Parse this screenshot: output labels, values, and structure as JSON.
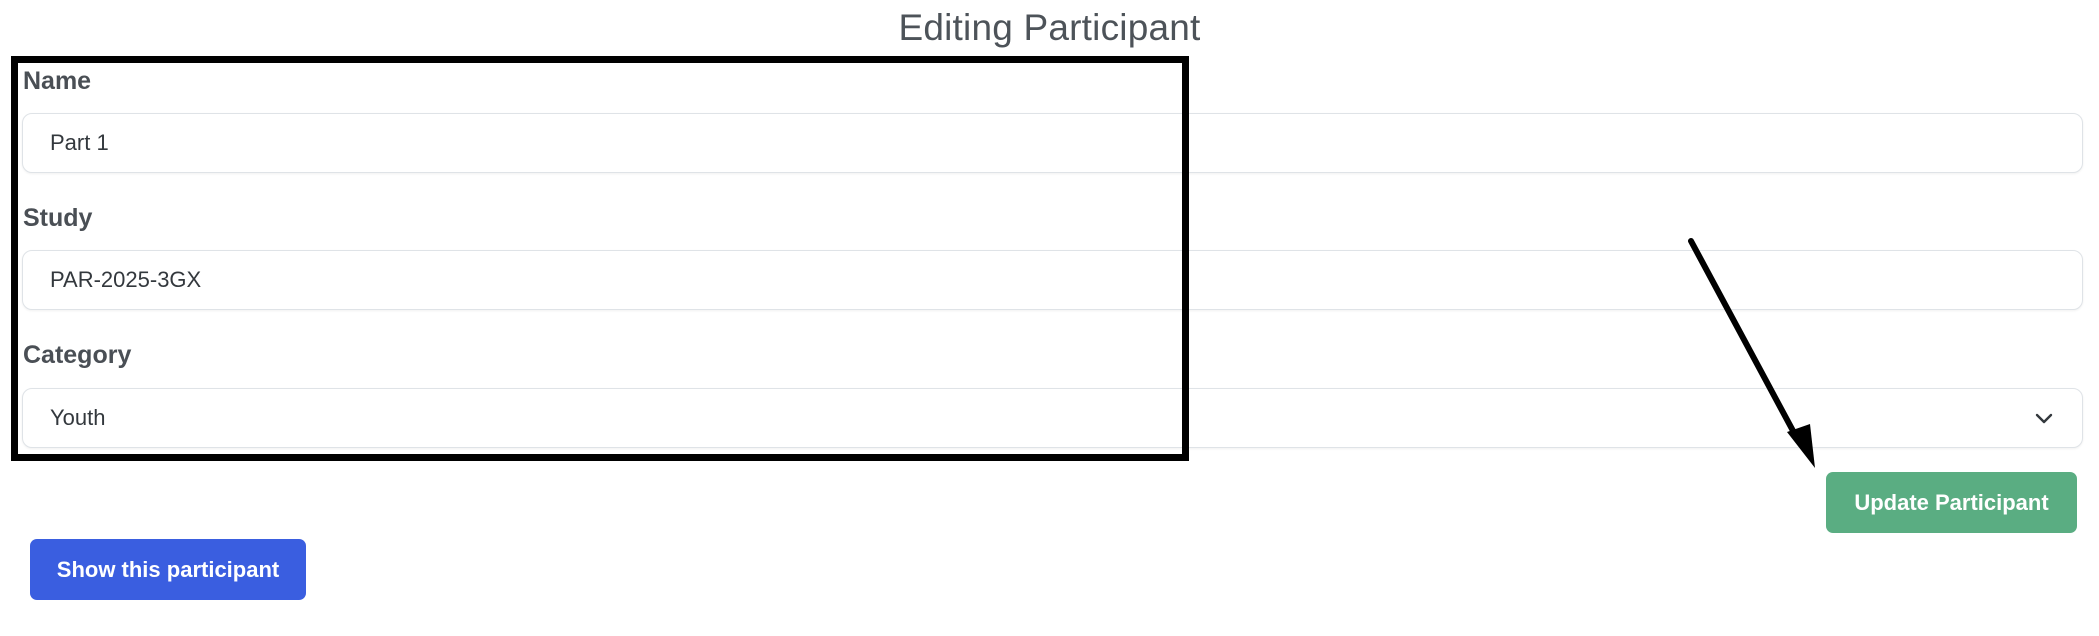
{
  "page": {
    "title": "Editing Participant"
  },
  "form": {
    "name": {
      "label": "Name",
      "value": "Part 1"
    },
    "study": {
      "label": "Study",
      "value": "PAR-2025-3GX"
    },
    "category": {
      "label": "Category",
      "selected": "Youth"
    }
  },
  "actions": {
    "update_label": "Update Participant",
    "show_label": "Show this participant"
  },
  "colors": {
    "update_button": "#5aad82",
    "show_button": "#3a5ee0",
    "annotation": "#000000"
  },
  "icons": {
    "select_chevron": "chevron-down-icon",
    "annotation_arrow": "arrow-icon"
  }
}
